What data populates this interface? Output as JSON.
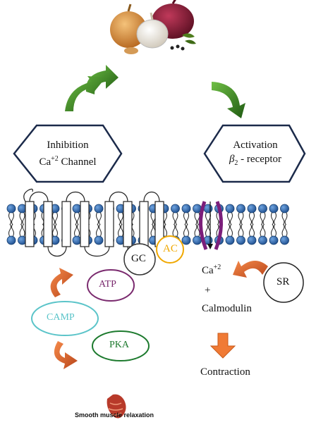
{
  "diagram": {
    "inhibition": {
      "line1": "Inhibition",
      "line2_prefix": "Ca",
      "line2_sup": "+2",
      "line2_suffix": " Channel"
    },
    "activation": {
      "line1": "Activation",
      "line2_beta": "β",
      "line2_sub": "2",
      "line2_suffix": " - receptor"
    },
    "nodes": {
      "gc": "GC",
      "ac": "AC",
      "atp": "ATP",
      "camp": "CAMP",
      "pka": "PKA",
      "sr": "SR"
    },
    "calcium": {
      "prefix": "Ca",
      "sup": "+2",
      "plus": "+",
      "calmodulin": "Calmodulin"
    },
    "contraction": "Contraction",
    "relaxation": "Smooth muscle relaxation",
    "colors": {
      "green_arrow": "#2e7d1e",
      "orange_arrow": "#e0622a",
      "atp": "#7a2a6e",
      "camp": "#5bc4c9",
      "pka": "#1d7a2e",
      "ac": "#f0a800",
      "channel": "#7b1e7a",
      "lipid_head": "#2f6db5"
    }
  }
}
